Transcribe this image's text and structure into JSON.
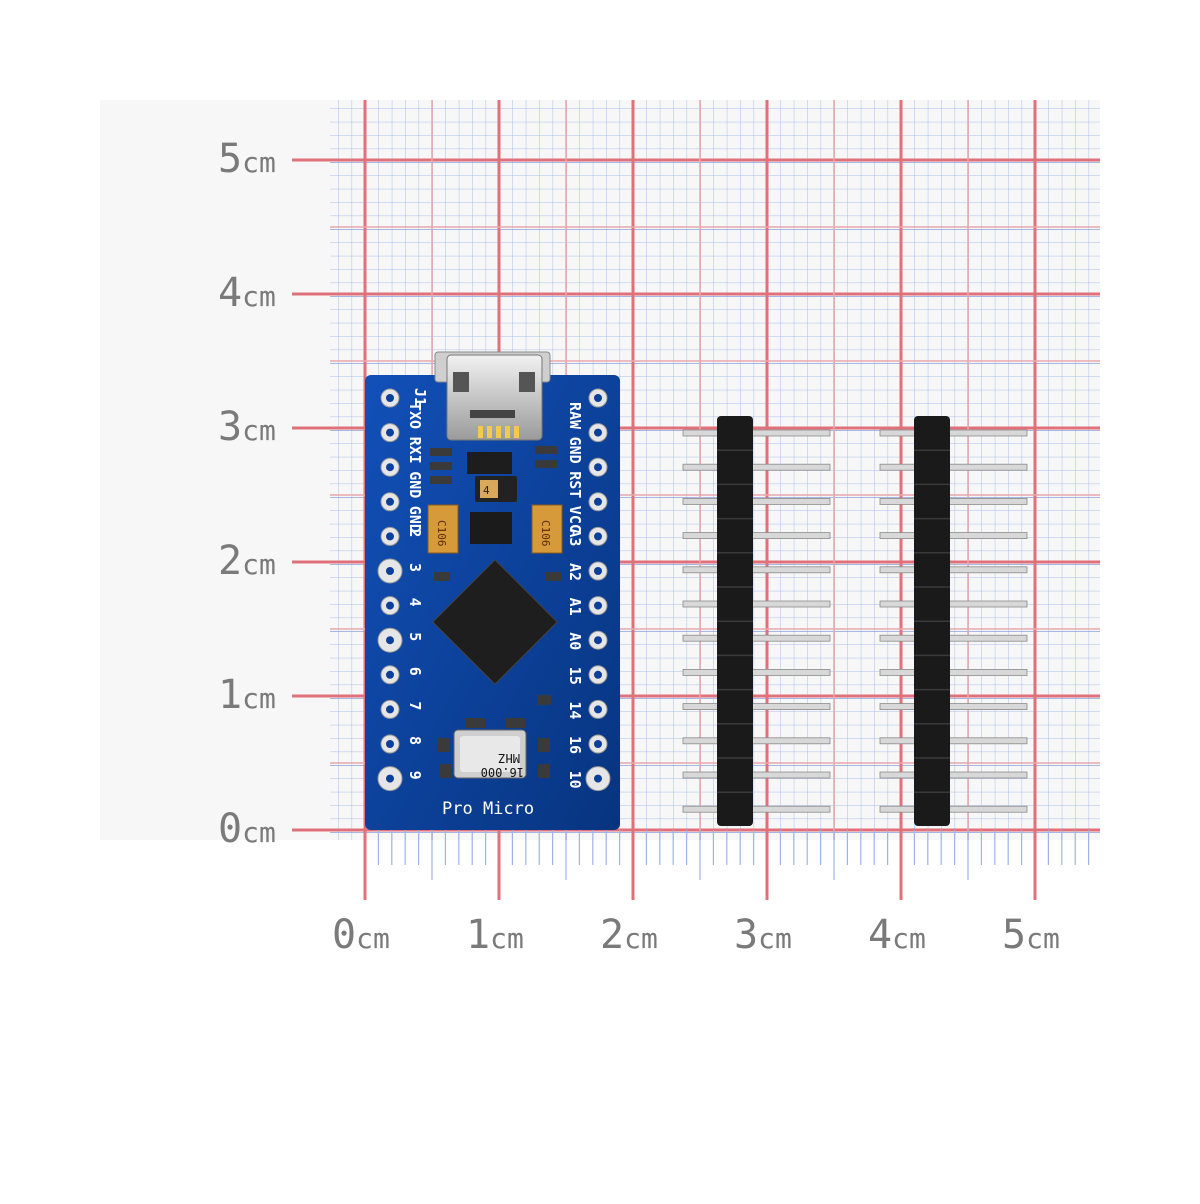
{
  "scale": {
    "y_labels": [
      {
        "num": "5",
        "unit": "cm"
      },
      {
        "num": "4",
        "unit": "cm"
      },
      {
        "num": "3",
        "unit": "cm"
      },
      {
        "num": "2",
        "unit": "cm"
      },
      {
        "num": "1",
        "unit": "cm"
      },
      {
        "num": "0",
        "unit": "cm"
      }
    ],
    "x_labels": [
      {
        "num": "0",
        "unit": "cm"
      },
      {
        "num": "1",
        "unit": "cm"
      },
      {
        "num": "2",
        "unit": "cm"
      },
      {
        "num": "3",
        "unit": "cm"
      },
      {
        "num": "4",
        "unit": "cm"
      },
      {
        "num": "5",
        "unit": "cm"
      }
    ]
  },
  "board": {
    "title": "Pro Micro",
    "ref": "J1",
    "left_pins": [
      "TXO",
      "RXI",
      "GND",
      "GND",
      "2",
      "3",
      "4",
      "5",
      "6",
      "7",
      "8",
      "9"
    ],
    "right_pins": [
      "RAW",
      "GND",
      "RST",
      "VCC",
      "A3",
      "A2",
      "A1",
      "A0",
      "15",
      "14",
      "16",
      "10"
    ],
    "capacitor_label": "C106",
    "crystal_freq": "16.000",
    "crystal_unit": "MHZ",
    "regulator_mark": "4"
  },
  "colors": {
    "grid_major": "#e0707a",
    "grid_minor": "#9fb3e6",
    "pcb": "#0b3f9a",
    "header_plastic": "#1a1a1a",
    "pin_metal": "#d8d8d8"
  }
}
